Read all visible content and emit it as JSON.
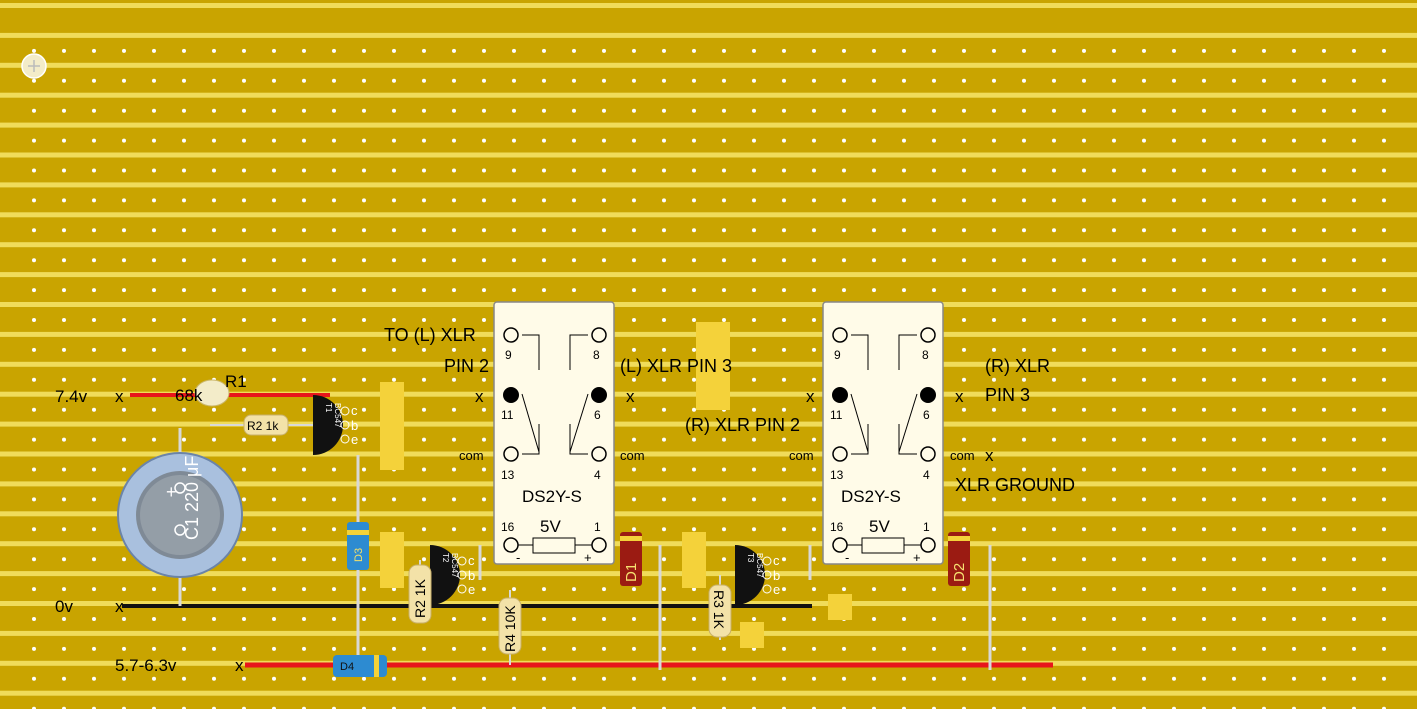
{
  "colors": {
    "board": "#c9a400",
    "strip": "#d9b300",
    "strip_light": "#f0dc5a",
    "hole": "#ffffff",
    "positive_wire": "#e8151b",
    "ground_wire": "#111111",
    "relay_body": "#fffbe8",
    "transistor": "#111111",
    "diode_red": "#9b1b12",
    "diode_blue": "#2d8bd1",
    "resistor": "#f3e2a8",
    "capacitor": "#9fb7d6",
    "cut_pad": "#f4d23a"
  },
  "rails": {
    "v74": {
      "label": "7.4v",
      "x_mark": "x"
    },
    "ground": {
      "label": "0v",
      "x_mark": "x"
    },
    "supply": {
      "label": "5.7-6.3v",
      "x_mark": "x"
    }
  },
  "parts": {
    "r1": {
      "value": "68k",
      "name": "R1"
    },
    "r2_top": {
      "label": "R2 1k"
    },
    "r2": {
      "label": "R2 1K"
    },
    "r3": {
      "label": "R3 1K"
    },
    "r4": {
      "label": "R4 10K"
    },
    "c1": {
      "label": "C1 220 μF",
      "plus": "+"
    },
    "d1": {
      "label": "D1"
    },
    "d2": {
      "label": "D2"
    },
    "d3": {
      "label": "D3"
    },
    "d4": {
      "label": "D4"
    },
    "transistor": {
      "part": "BC547",
      "t1": "T1",
      "t2": "T2",
      "t3": "T3",
      "pin_c": "c",
      "pin_b": "b",
      "pin_e": "e"
    }
  },
  "relay": {
    "model": "DS2Y-S",
    "coil": "5V",
    "pins": {
      "p9": "9",
      "p8": "8",
      "p11": "11",
      "p6": "6",
      "p13": "13",
      "p4": "4",
      "p16": "16",
      "p1": "1"
    },
    "minus": "-",
    "plus": "+",
    "com": "com",
    "x": "x"
  },
  "annotations": {
    "to_l_xlr": "TO (L) XLR",
    "pin2": "PIN 2",
    "l_xlr_pin3": "(L) XLR PIN 3",
    "r_xlr_pin2": "(R) XLR PIN 2",
    "r_xlr": "(R) XLR",
    "pin3": "PIN 3",
    "xlr_ground": "XLR GROUND"
  }
}
